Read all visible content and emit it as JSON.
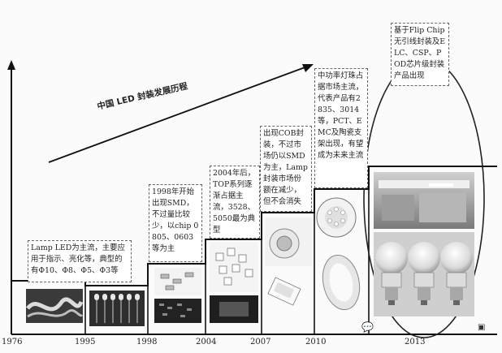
{
  "title": "中国 LED 封装发展历程",
  "years": [
    "1976",
    "1995",
    "1998",
    "2004",
    "2007",
    "2010",
    "2013"
  ],
  "notes": {
    "n1976": "Lamp LED为主流，主要应用于指示、亮化等，典型的有Φ10、Φ8、Φ5、Φ3等",
    "n1998": "1998年开始出现SMD，不过量比较少，以chip 0805、0603等为主",
    "n2004": "2004年后，TOP系列逐渐占据主流，3528、5050最为典型",
    "n2007": "出现COB封装，不过市场仍以SMD为主，Lamp封装市场份额在减少，但不会消失",
    "n2010": "中功率灯珠占据市场主流，代表产品有2835、3014等，PCT、EMC及陶瓷支架出现，有望成为未来主流",
    "n2013": "基于Flip Chip无引线封装及ELC、CSP、POD芯片级封装产品出现"
  },
  "colors": {
    "line": "#111111",
    "dash": "#666666",
    "photo_dark": "#2a2a2a",
    "photo_light": "#e6e6e6"
  }
}
